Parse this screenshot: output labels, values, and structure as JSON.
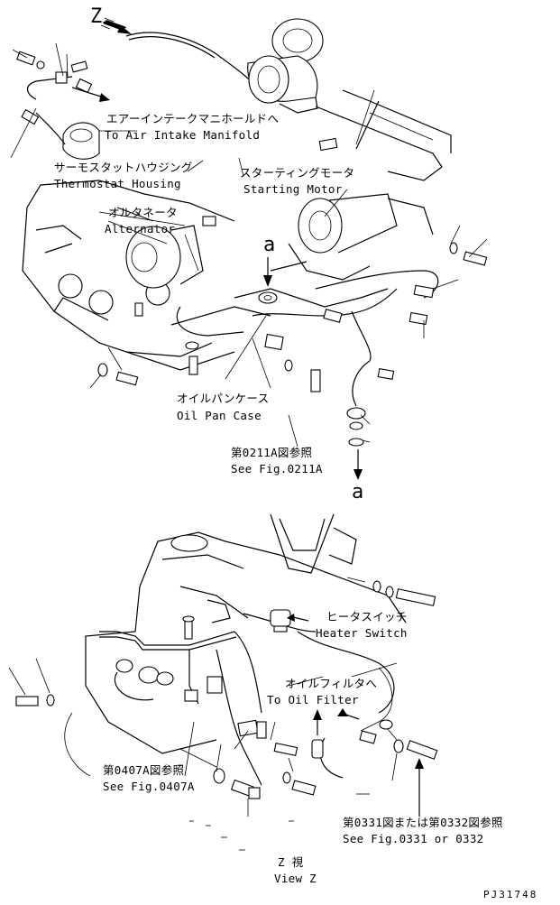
{
  "view_marker": "Z",
  "ref_marker_top": "a",
  "ref_marker_bottom": "a",
  "labels": {
    "air_intake_jp": "エアーインテークマニホールドへ",
    "air_intake_en": "To Air Intake Manifold",
    "thermostat_jp": "サーモスタットハウジング",
    "thermostat_en": "Thermostat Housing",
    "starting_motor_jp": "スターティングモータ",
    "starting_motor_en": "Starting Motor",
    "alternator_jp": "オルタネータ",
    "alternator_en": "Alternator",
    "oil_pan_jp": "オイルパンケース",
    "oil_pan_en": "Oil Pan Case",
    "fig_0211a_jp": "第0211A図参照",
    "fig_0211a_en": "See Fig.0211A",
    "heater_switch_jp": "ヒータスイッチ",
    "heater_switch_en": "Heater Switch",
    "oil_filter_jp": "オイルフィルタへ",
    "oil_filter_en": "To Oil Filter",
    "fig_0407a_jp": "第0407A図参照",
    "fig_0407a_en": "See Fig.0407A",
    "fig_0331_jp": "第0331図または第0332図参照",
    "fig_0331_en": "See Fig.0331 or 0332",
    "view_z_jp": "Z 視",
    "view_z_en": "View Z"
  },
  "drawing_number": "PJ31748"
}
